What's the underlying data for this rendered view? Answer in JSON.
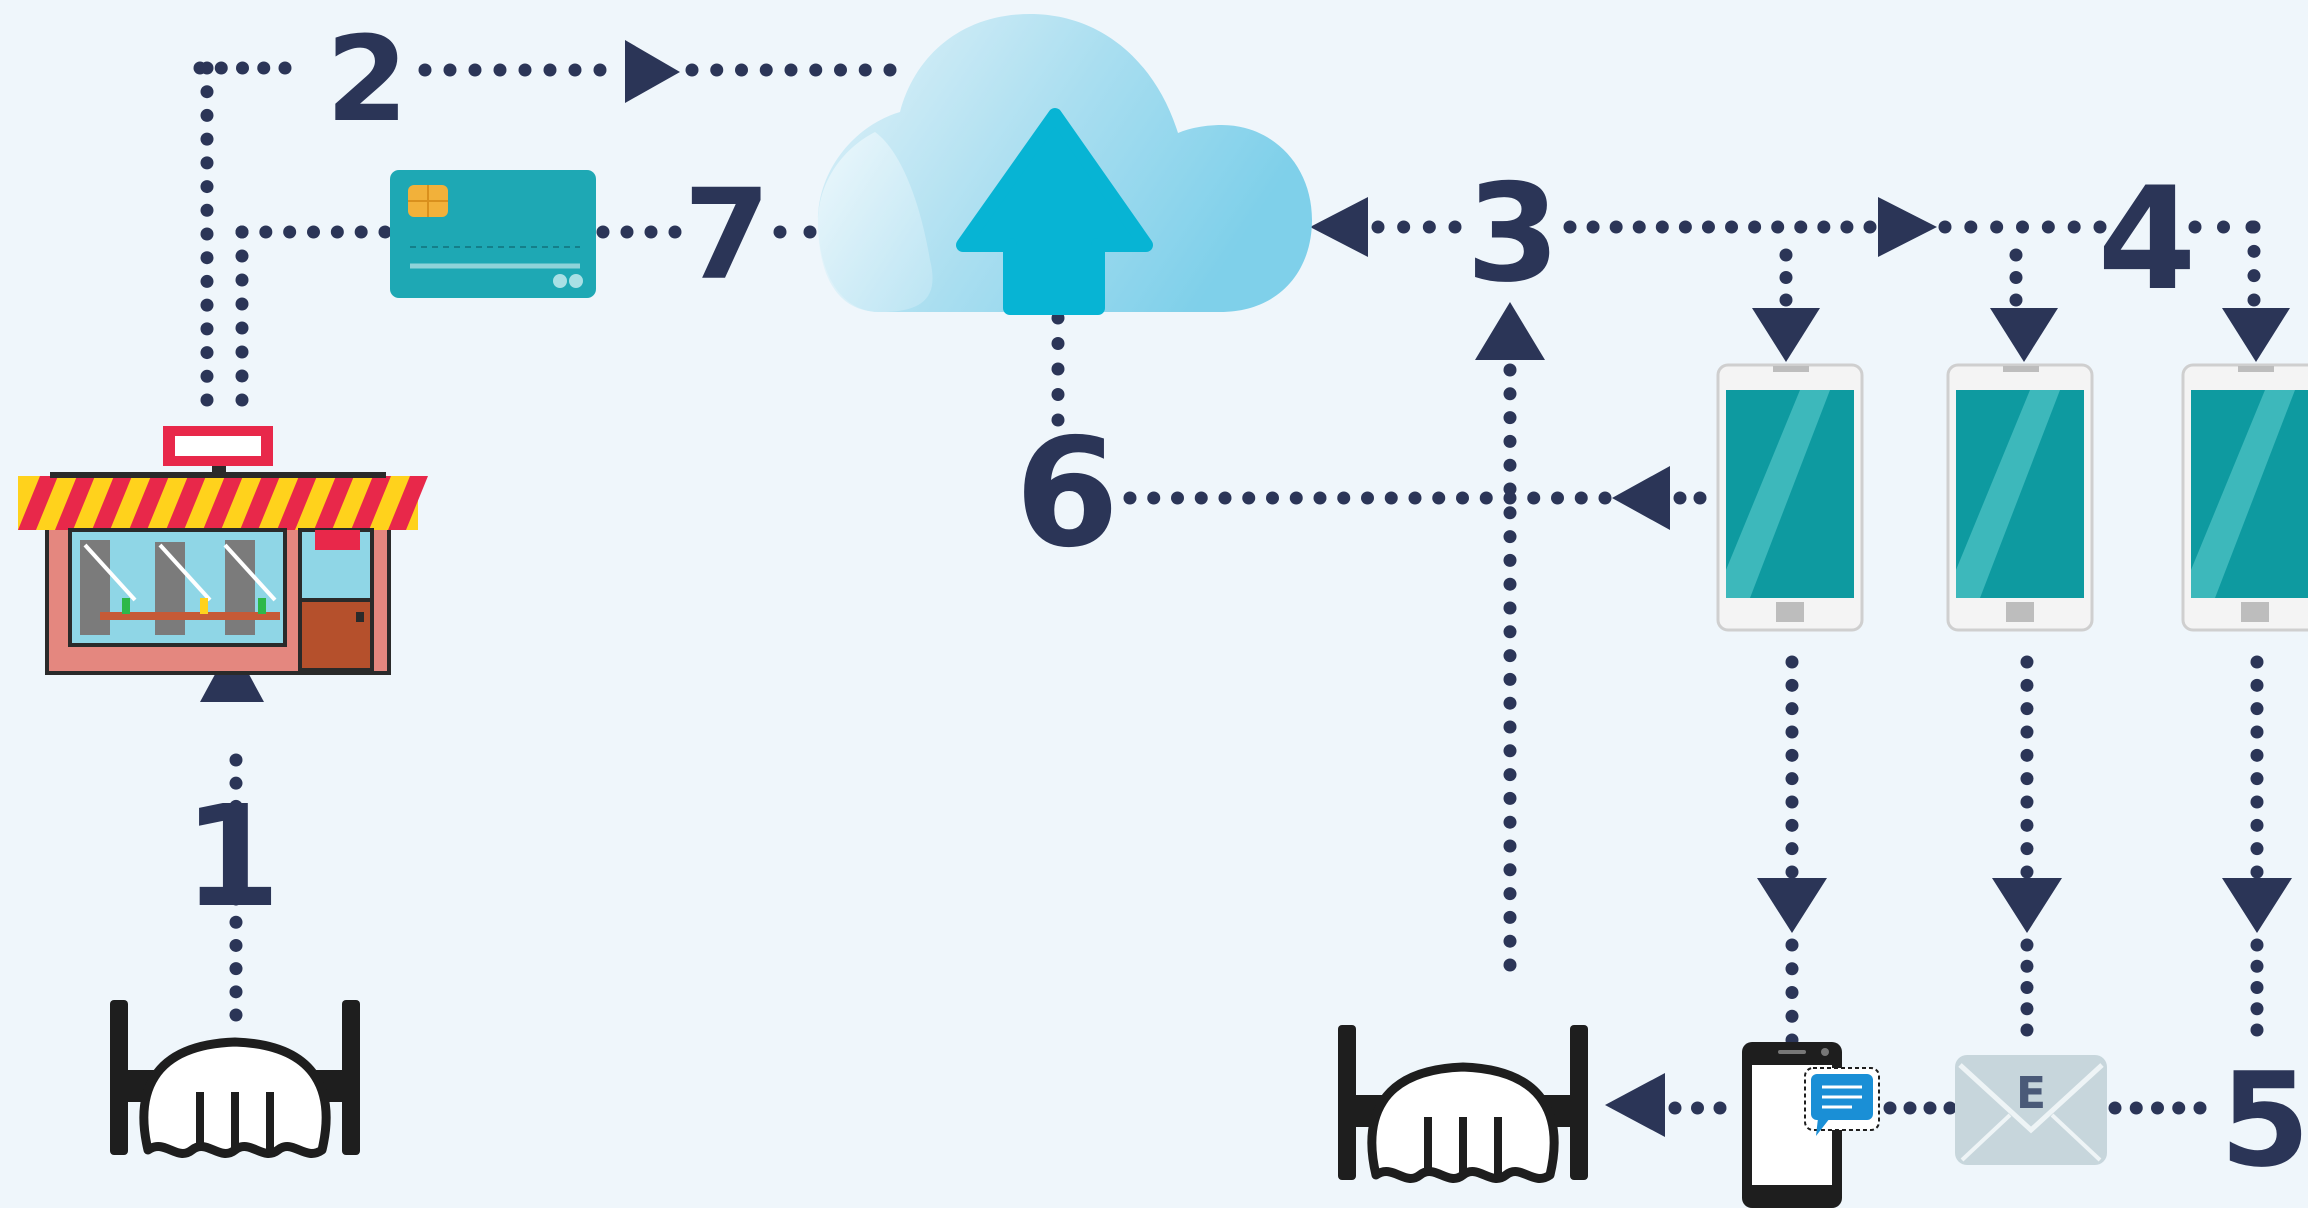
{
  "colors": {
    "background": "#eff6fb",
    "dots": "#2b3557",
    "cloud_light": "#d6eef7",
    "cloud_blue": "#7fd0ea",
    "upload_arrow": "#07b4d4",
    "phone_screen": "#0e9aa0",
    "card": "#1ea8b4",
    "chip": "#f2b13a",
    "awning_red": "#e8284a",
    "awning_yellow": "#ffd21c",
    "sms_bubble": "#1a8fd6",
    "envelope": "#c7d6dc"
  },
  "icons": {
    "store": "storefront-icon",
    "card": "credit-card-icon",
    "cloud": "cloud-upload-icon",
    "phones": "smartphone-icon",
    "sms": "sms-phone-icon",
    "email": "email-envelope-icon",
    "table": "dining-table-icon"
  },
  "steps": {
    "s1": "1",
    "s2": "2",
    "s3": "3",
    "s4": "4",
    "s5": "5",
    "s6": "6",
    "s7": "7"
  },
  "email_letter": "E"
}
